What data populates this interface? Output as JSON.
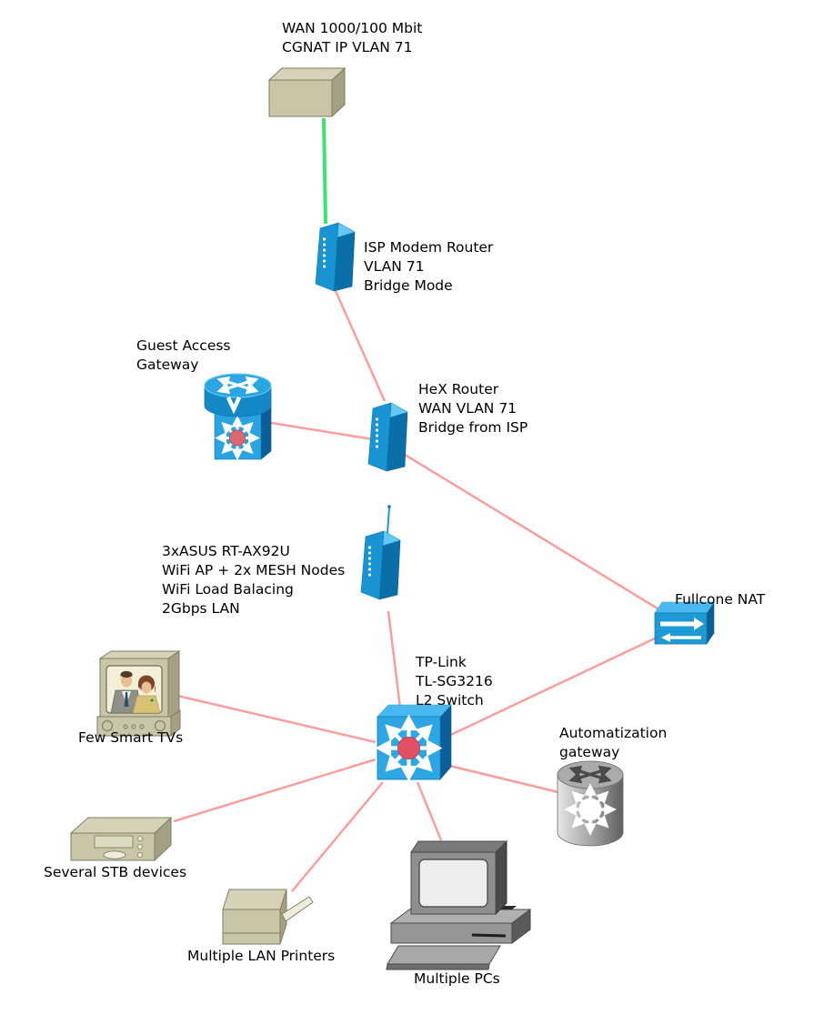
{
  "diagram_type": "home-network-topology",
  "colors": {
    "lan_connection": "#FB9D9D",
    "wan_uplink_connection": "#3CE46E",
    "device_blue_front": "#2CA7E4",
    "device_blue_side": "#0A5A8C",
    "device_blue_top": "#49B8EE",
    "device_beige_front": "#C9C6A8",
    "device_beige_top": "#D5D2B8",
    "device_beige_side": "#A3A083",
    "device_gray": "#8F8F8F",
    "switch_hub_red": "#E25064",
    "label_text": "#000000"
  },
  "nodes": {
    "wan": {
      "icon": "wan-box-icon",
      "label_lines": [
        "WAN 1000/100 Mbit",
        "CGNAT IP VLAN 71"
      ]
    },
    "isp_modem": {
      "icon": "modem-tower-icon",
      "label_lines": [
        "ISP Modem Router",
        "VLAN 71",
        "Bridge Mode"
      ]
    },
    "guest_gateway": {
      "icon": "router-switch-stack-icon",
      "label_lines": [
        "Guest Access",
        "Gateway"
      ]
    },
    "hex_router": {
      "icon": "modem-tower-icon",
      "label_lines": [
        "HeX Router",
        "WAN VLAN 71",
        "Bridge from ISP"
      ]
    },
    "wifi_ap": {
      "icon": "wireless-tower-icon",
      "label_lines": [
        "3xASUS RT-AX92U",
        "WiFi AP + 2x MESH Nodes",
        "WiFi Load Balacing",
        "2Gbps LAN"
      ]
    },
    "fullcone_nat": {
      "icon": "nat-arrows-box-icon",
      "label_lines": [
        "Fullcone NAT"
      ]
    },
    "l2_switch": {
      "icon": "l2-switch-cube-icon",
      "label_lines": [
        "TP-Link",
        "TL-SG3216",
        "L2 Switch"
      ]
    },
    "smart_tvs": {
      "icon": "tv-icon",
      "label_lines": [
        "Few Smart TVs"
      ]
    },
    "stb_devices": {
      "icon": "set-top-box-icon",
      "label_lines": [
        "Several STB devices"
      ]
    },
    "lan_printers": {
      "icon": "printer-icon",
      "label_lines": [
        "Multiple LAN Printers"
      ]
    },
    "pcs": {
      "icon": "desktop-pc-icon",
      "label_lines": [
        "Multiple PCs"
      ]
    },
    "automatization_gateway": {
      "icon": "gateway-cylinder-icon",
      "label_lines": [
        "Automatization",
        "gateway"
      ]
    }
  },
  "connections": [
    {
      "from": "wan",
      "to": "isp_modem",
      "type": "wan-uplink"
    },
    {
      "from": "isp_modem",
      "to": "hex_router",
      "type": "lan"
    },
    {
      "from": "guest_gateway",
      "to": "hex_router",
      "type": "lan"
    },
    {
      "from": "hex_router",
      "to": "fullcone_nat",
      "type": "lan"
    },
    {
      "from": "fullcone_nat",
      "to": "l2_switch",
      "type": "lan"
    },
    {
      "from": "wifi_ap",
      "to": "l2_switch",
      "type": "lan"
    },
    {
      "from": "l2_switch",
      "to": "smart_tvs",
      "type": "lan"
    },
    {
      "from": "l2_switch",
      "to": "stb_devices",
      "type": "lan"
    },
    {
      "from": "l2_switch",
      "to": "lan_printers",
      "type": "lan"
    },
    {
      "from": "l2_switch",
      "to": "pcs",
      "type": "lan"
    },
    {
      "from": "l2_switch",
      "to": "automatization_gateway",
      "type": "lan"
    }
  ]
}
